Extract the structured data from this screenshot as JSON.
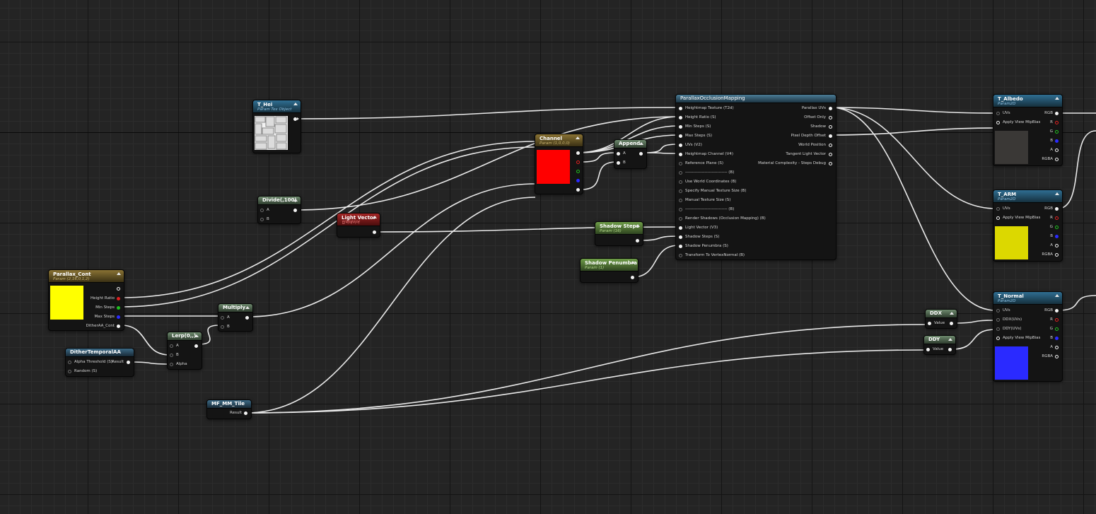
{
  "colors": {
    "wire": "#e8e8e8",
    "albedo_preview": "#3a3836",
    "arm_preview": "#dcd800",
    "normal_preview": "#2a2aff",
    "channel_preview": "#ff0000",
    "parallax_preview": "#ffff00"
  },
  "nodes": {
    "t_hei": {
      "title": "T_Hei",
      "subtitle": "Param Tex Object"
    },
    "channel": {
      "title": "Channel",
      "subtitle": "Param (1,0,0,0)"
    },
    "append": {
      "title": "Append",
      "pin_a": "A",
      "pin_b": "B"
    },
    "divide": {
      "title": "Divide(,100)",
      "pin_a": "A",
      "pin_b": "B"
    },
    "light_vector": {
      "title": "Light Vector",
      "subtitle": "입력데이어"
    },
    "shadow_steps": {
      "title": "Shadow Steps",
      "subtitle": "Param (16)"
    },
    "shadow_penumbra": {
      "title": "Shadow Penumbra",
      "subtitle": "Param (1)"
    },
    "parallax_cont": {
      "title": "Parallax_Cont",
      "subtitle": "Param (2,16,0,1,2)",
      "outputs": [
        "Height Ratio",
        "Min Steps",
        "Max Steps",
        "DitherAA_Cont"
      ]
    },
    "multiply": {
      "title": "Multiply",
      "pin_a": "A",
      "pin_b": "B"
    },
    "lerp": {
      "title": "Lerp(0,,)",
      "pin_a": "A",
      "pin_b": "B",
      "pin_alpha": "Alpha"
    },
    "dither": {
      "title": "DitherTemporalAA",
      "in1": "Alpha Threshold (S)",
      "out": "Result",
      "in2": "Random (S)"
    },
    "mf_mm_tile": {
      "title": "MF_MM_Tile",
      "out": "Result"
    },
    "pom": {
      "title": "ParallaxOcclusionMapping",
      "inputs": [
        "Heightmap Texture (T2d)",
        "Height Ratio (S)",
        "Min Steps (S)",
        "Max Steps (S)",
        "UVs (V2)",
        "Heightmap Channel (V4)",
        "Reference Plane (S)",
        "------------------------------ (B)",
        "Use World Coordinates (B)",
        "Specify Manual Texture Size (B)",
        "Manual Texture Size (S)",
        "------------------------------ (B)",
        "Render Shadows (Occlusion Mapping) (B)",
        "Light Vector (V3)",
        "Shadow Steps (S)",
        "Shadow Penumbra (S)",
        "Transform To VertexNormal (B)"
      ],
      "outputs": [
        "Parallax UVs",
        "Offset Only",
        "Shadow",
        "Pixel Depth Offset",
        "World Position",
        "Tangent Light Vector",
        "Material Complexity - Steps Debug"
      ]
    },
    "ddx": {
      "title": "DDX",
      "pin": "Value"
    },
    "ddy": {
      "title": "DDY",
      "pin": "Value"
    },
    "t_albedo": {
      "title": "T_Albedo",
      "subtitle": "Param2D",
      "inputs": [
        "UVs",
        "Apply View MipBias"
      ],
      "outputs": [
        "RGB",
        "R",
        "G",
        "B",
        "A",
        "RGBA"
      ]
    },
    "t_arm": {
      "title": "T_ARM",
      "subtitle": "Param2D",
      "inputs": [
        "UVs",
        "Apply View MipBias"
      ],
      "outputs": [
        "RGB",
        "R",
        "G",
        "B",
        "A",
        "RGBA"
      ]
    },
    "t_normal": {
      "title": "T_Normal",
      "subtitle": "Param2D",
      "inputs": [
        "UVs",
        "DDX(UVs)",
        "DDY(UVs)",
        "Apply View MipBias"
      ],
      "outputs": [
        "RGB",
        "R",
        "G",
        "B",
        "A",
        "RGBA"
      ]
    }
  }
}
